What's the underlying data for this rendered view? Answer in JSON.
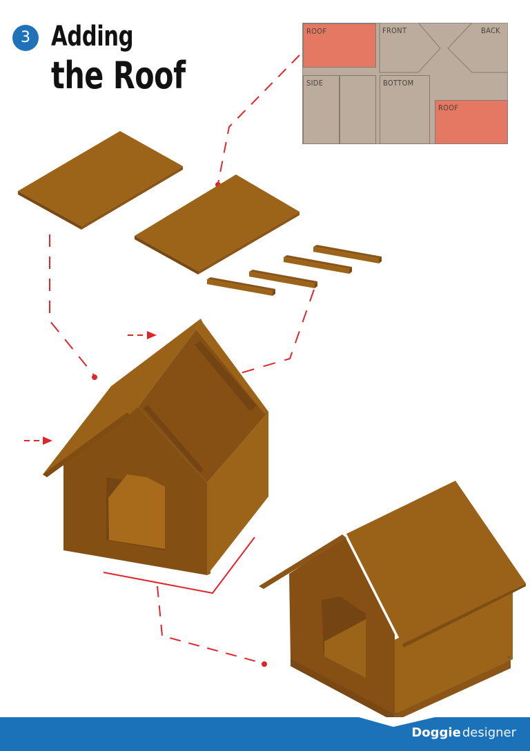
{
  "header": {
    "step_number": "3",
    "title_line1": "Adding",
    "title_line2": "the Roof"
  },
  "cut_plan": {
    "pieces": [
      {
        "label": "ROOF",
        "type": "roof"
      },
      {
        "label": "FRONT",
        "type": "panel"
      },
      {
        "label": "BACK",
        "type": "panel"
      },
      {
        "label": "SIDE",
        "type": "panel"
      },
      {
        "label": "BOTTOM",
        "type": "panel"
      },
      {
        "label": "ROOF",
        "type": "roof"
      }
    ],
    "colors": {
      "sheet": "#bcac9d",
      "highlight": "#e47862",
      "outline": "#857a70"
    }
  },
  "parts": {
    "roof_panels": 2,
    "roof_battens": 4
  },
  "colors": {
    "wood_light": "#9c6419",
    "wood_mid": "#8a5516",
    "wood_dark": "#7a4913",
    "guide_line": "#e0252a",
    "brand_blue": "#1b72b8"
  },
  "footer": {
    "brand_bold": "Doggie",
    "brand_light": "designer"
  }
}
